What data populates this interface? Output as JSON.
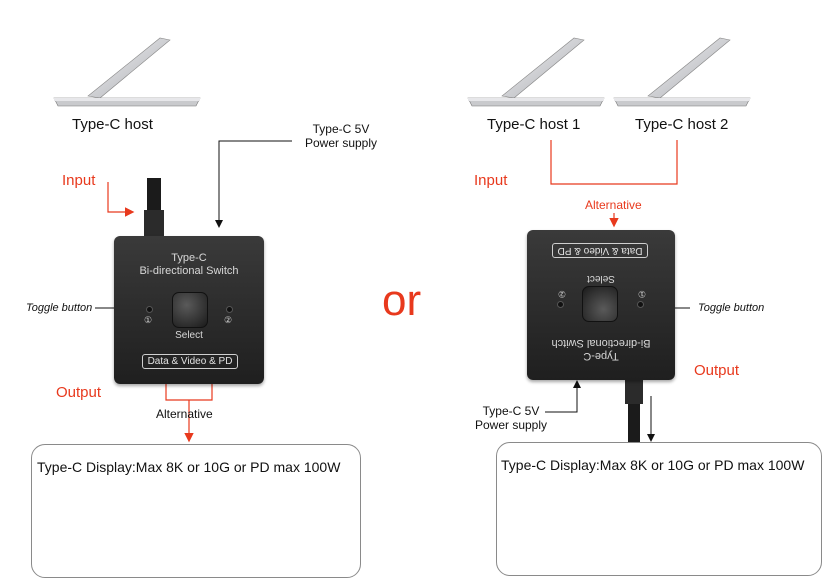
{
  "left": {
    "host_label": "Type-C host",
    "input_label": "Input",
    "power_label_line1": "Type-C 5V",
    "power_label_line2": "Power supply",
    "switch_title_line1": "Type-C",
    "switch_title_line2": "Bi-directional Switch",
    "select_label": "Select",
    "toggle_label": "Toggle button",
    "port1": "①",
    "port2": "②",
    "feature_tag": "Data & Video & PD",
    "output_label": "Output",
    "alternative_label": "Alternative",
    "display_title": "Type-C Display:Max 8K or 10G or PD max 100W"
  },
  "middle": {
    "or_label": "or"
  },
  "right": {
    "host1_label": "Type-C host 1",
    "host2_label": "Type-C host 2",
    "input_label": "Input",
    "alternative_label": "Alternative",
    "switch_title_line1": "Type-C",
    "switch_title_line2": "Bi-directional Switch",
    "select_label": "Select",
    "toggle_label": "Toggle button",
    "port1": "①",
    "port2": "②",
    "feature_tag": "Data & Video & PD",
    "output_label": "Output",
    "power_label_line1": "Type-C 5V",
    "power_label_line2": "Power supply",
    "display_title": "Type-C Display:Max 8K or 10G or PD max 100W"
  },
  "colors": {
    "accent_red": "#e8391d",
    "line_black": "#111111",
    "device_dark": "#2a2a2a"
  },
  "icons": [
    "laptop-icon",
    "monitor-icon",
    "ssd-icon",
    "power-adapter-icon"
  ]
}
